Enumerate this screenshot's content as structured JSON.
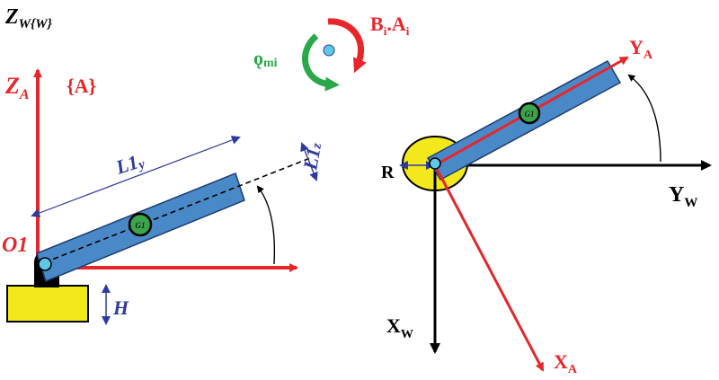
{
  "left": {
    "frame_world": {
      "main": "Z",
      "sub": "W{W}"
    },
    "axis_z": {
      "main": "Z",
      "sub": "A"
    },
    "frame_a": "{A}",
    "origin": "O1",
    "length_y": {
      "main": "L1",
      "sub": "y"
    },
    "length_z": {
      "main": "L1",
      "sub": "z"
    },
    "height": "H",
    "cog": "G1"
  },
  "moments": {
    "motor": {
      "main": "ǫ",
      "sub": "mi"
    },
    "bias": {
      "main": "B",
      "sub_i": "i",
      "dot": ".",
      "main2": "A",
      "sub2": "i"
    }
  },
  "right": {
    "axis_ya": {
      "main": "Y",
      "sub": "A"
    },
    "axis_xa": {
      "main": "X",
      "sub": "A"
    },
    "axis_yw": {
      "main": "Y",
      "sub": "W"
    },
    "axis_xw": {
      "main": "X",
      "sub": "W"
    },
    "radius": "R",
    "cog": "G1"
  },
  "colors": {
    "red": "#e8262a",
    "blue": "#2f3a9e",
    "link": "#4a89c8",
    "yellow": "#f2e81c",
    "green": "#2aa84a",
    "cog": "#3aa64a"
  }
}
